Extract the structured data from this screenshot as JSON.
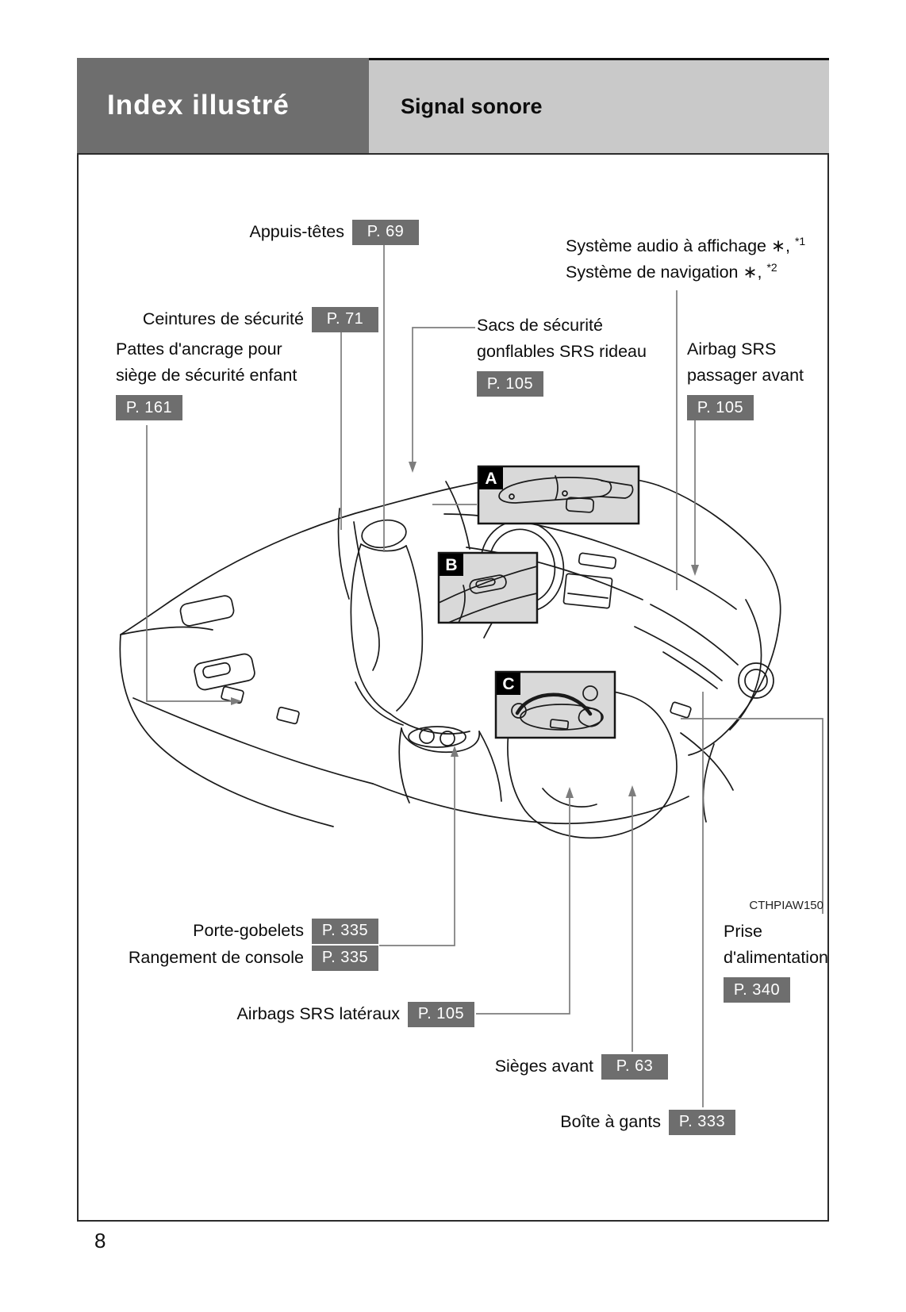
{
  "header": {
    "title": "Index illustré",
    "subtitle": "Signal sonore"
  },
  "page_number": "8",
  "figure": {
    "code": "CTHPIAW150",
    "inset_labels": {
      "a": "A",
      "b": "B",
      "c": "C"
    }
  },
  "colors": {
    "box_gray": "#6e6e6e",
    "header_bar": "#c9c9c9",
    "inset_bg": "#d9d9d9",
    "leader": "#7d7d7d",
    "line_dark": "#1a1a1a"
  },
  "labels": {
    "appuis_tetes": {
      "text": "Appuis-têtes",
      "page_ref": "P. 69"
    },
    "systeme": {
      "line1": "Système audio à affichage ∗, ",
      "line1_sup": "*1",
      "line2": "Système de navigation ∗, ",
      "line2_sup": "*2"
    },
    "ceintures": {
      "text": "Ceintures de sécurité",
      "page_ref": "P. 71"
    },
    "pattes": {
      "line1": "Pattes d'ancrage pour",
      "line2": "siège de sécurité enfant",
      "page_ref": "P. 161"
    },
    "sacs": {
      "line1": "Sacs de sécurité",
      "line2": "gonflables SRS rideau",
      "page_ref": "P. 105"
    },
    "airbag_passager": {
      "line1": "Airbag SRS",
      "line2": "passager avant",
      "page_ref": "P. 105"
    },
    "porte_gobelets": {
      "text": "Porte-gobelets",
      "page_ref": "P. 335"
    },
    "rangement": {
      "text": "Rangement de console",
      "page_ref": "P. 335"
    },
    "airbags_lateraux": {
      "text": "Airbags SRS latéraux",
      "page_ref": "P. 105"
    },
    "sieges_avant": {
      "text": "Sièges avant",
      "page_ref": "P. 63"
    },
    "boite_gants": {
      "text": "Boîte à gants",
      "page_ref": "P. 333"
    },
    "prise": {
      "line1": "Prise",
      "line2": "d'alimentation",
      "page_ref": "P. 340"
    }
  }
}
